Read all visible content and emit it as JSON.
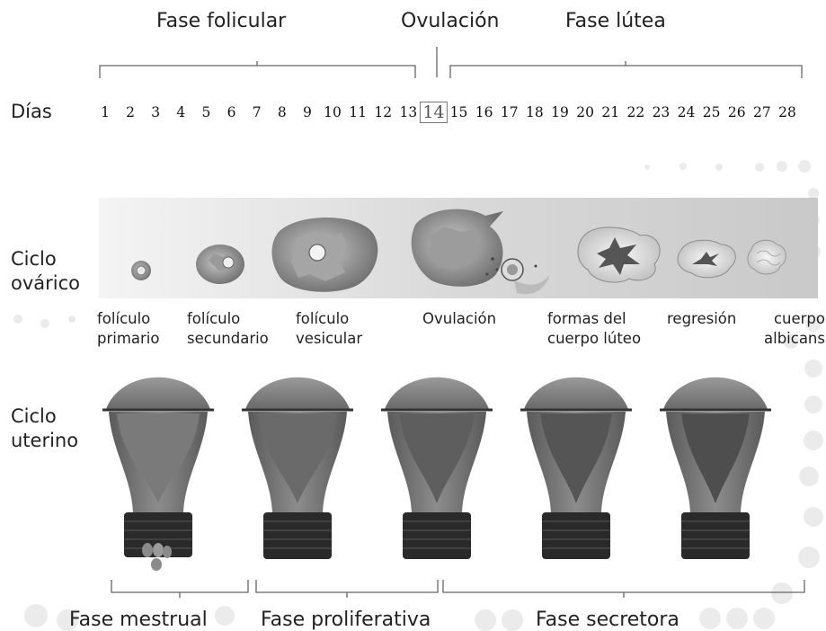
{
  "header": {
    "follicular": "Fase folicular",
    "ovulation": "Ovulación",
    "luteal": "Fase lútea"
  },
  "days": {
    "label": "Días",
    "values": [
      "1",
      "2",
      "3",
      "4",
      "5",
      "6",
      "7",
      "8",
      "9",
      "10",
      "11",
      "12",
      "13",
      "14",
      "15",
      "16",
      "17",
      "18",
      "19",
      "20",
      "21",
      "22",
      "23",
      "24",
      "25",
      "26",
      "27",
      "28"
    ],
    "highlight": "14"
  },
  "ovarian": {
    "label": "Ciclo\novárico",
    "stages": [
      "folículo\nprimario",
      "folículo\nsecundario",
      "folículo\nvesicular",
      "Ovulación",
      "formas del\ncuerpo lúteo",
      "regresión",
      "cuerpo\nalbicans"
    ]
  },
  "uterine": {
    "label": "Ciclo\nuterino",
    "phases": [
      "Fase mestrual",
      "Fase proliferativa",
      "Fase secretora"
    ]
  }
}
